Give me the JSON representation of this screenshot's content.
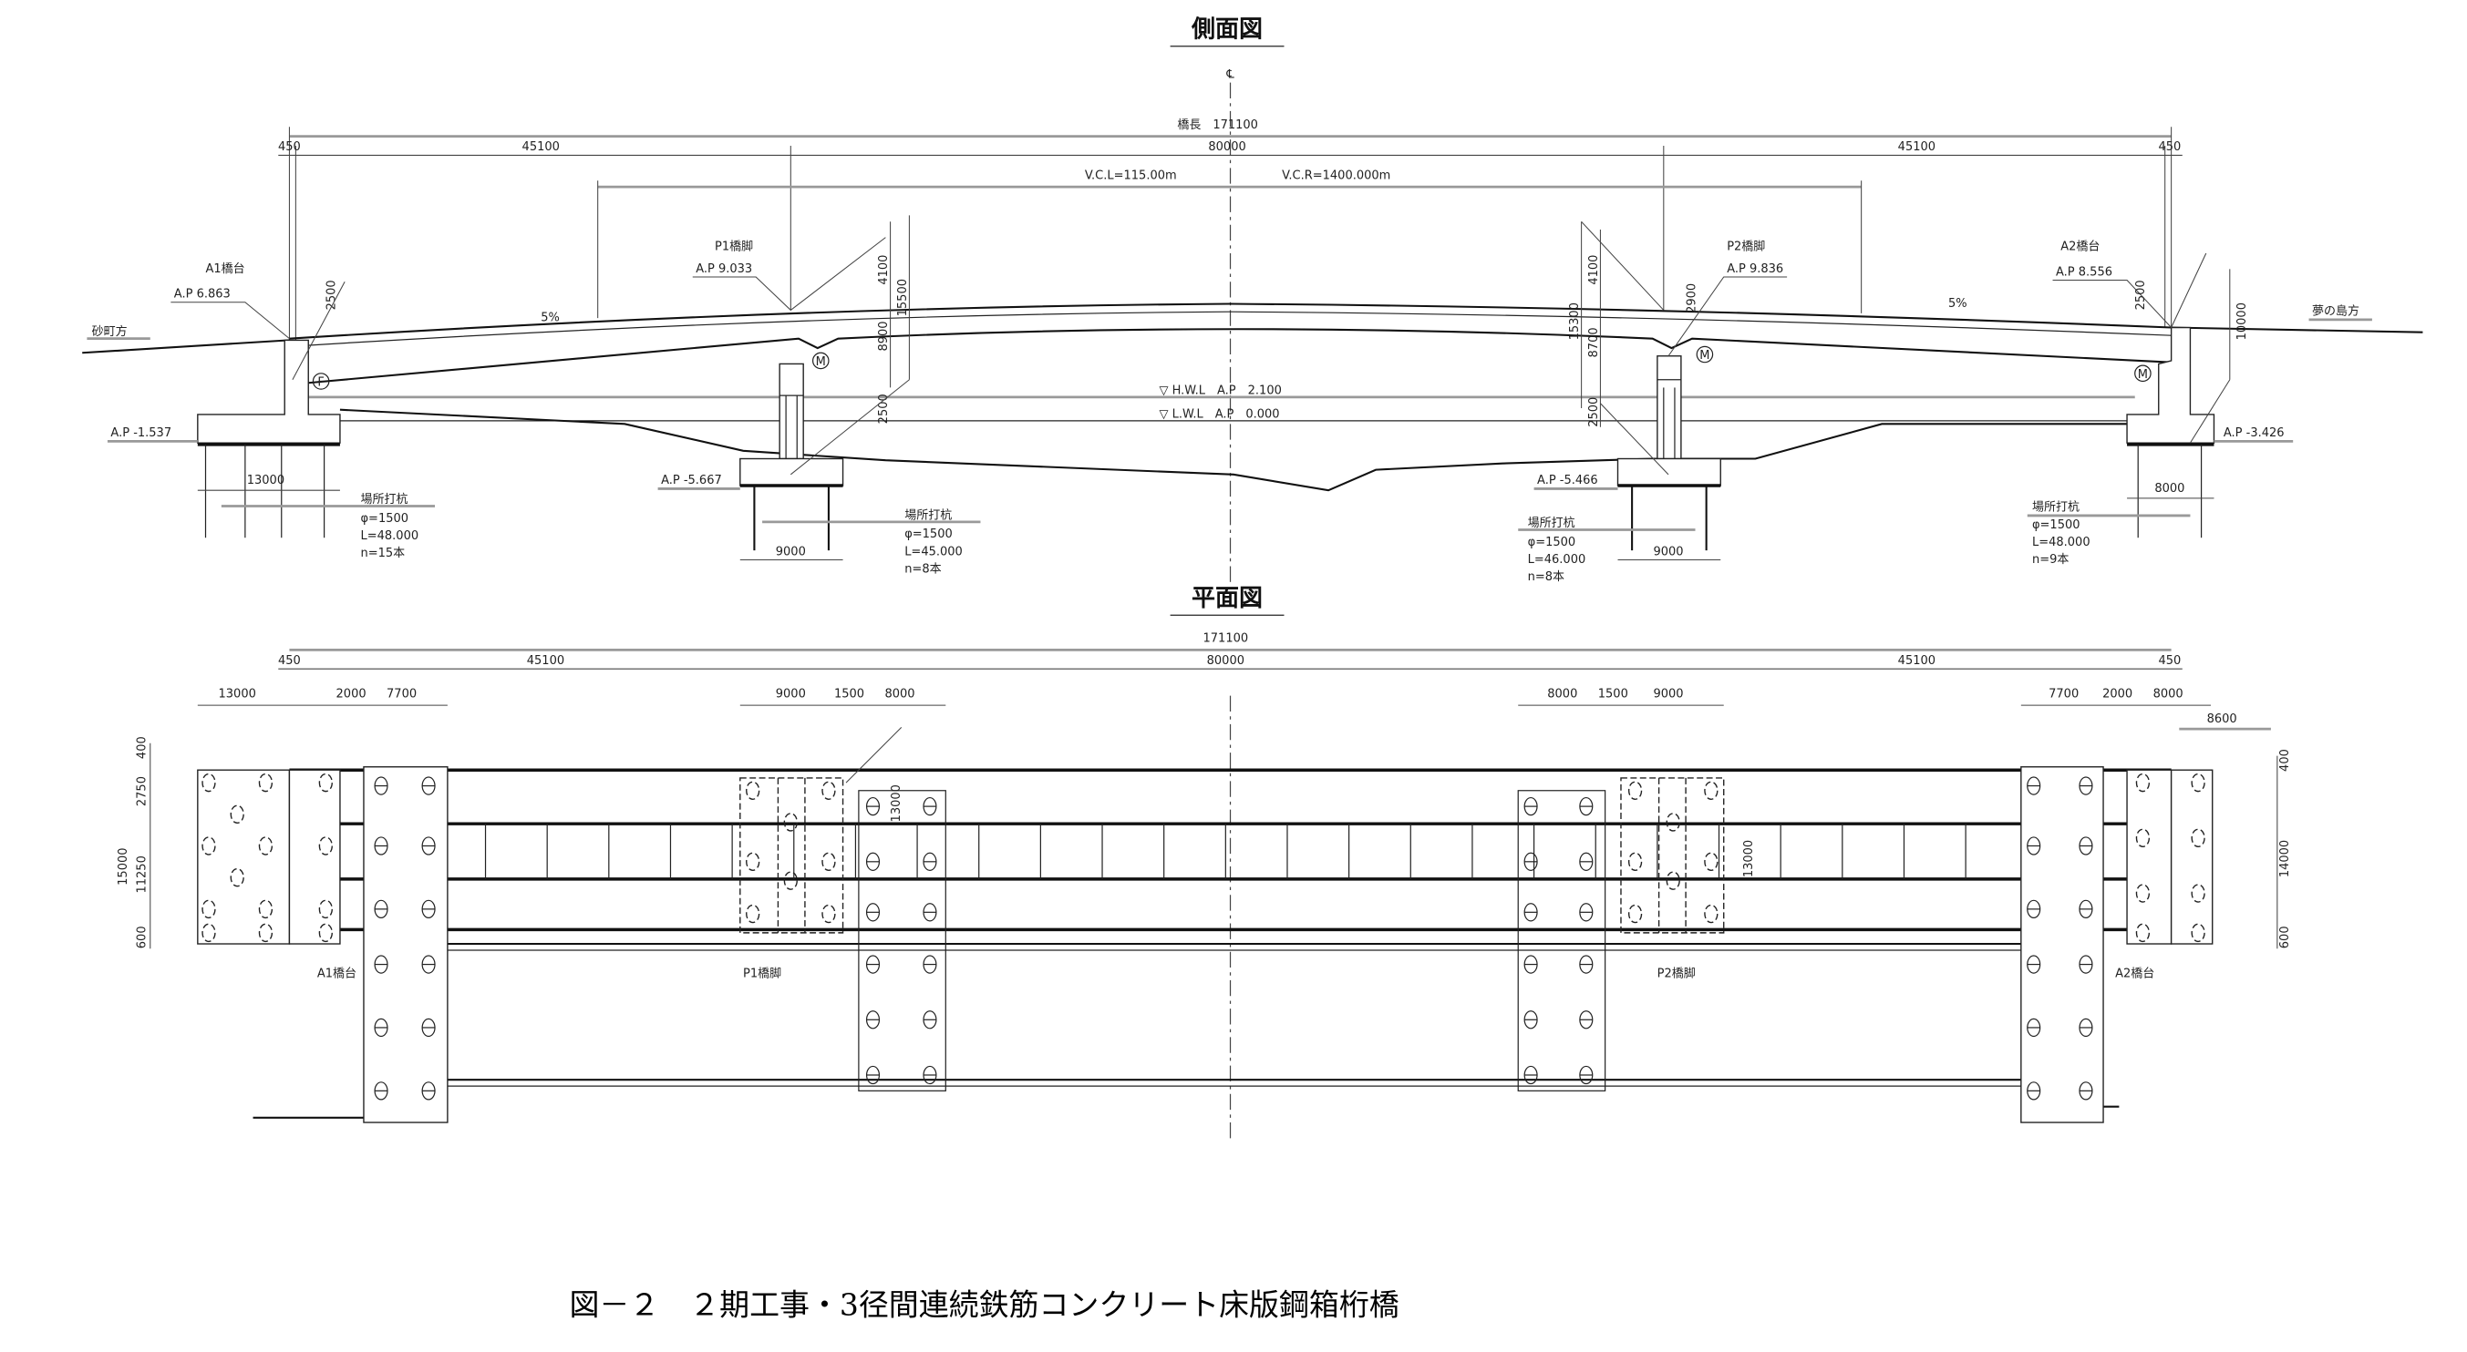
{
  "side_view": {
    "title": "側面図",
    "cl_symbol": "℄",
    "total_length": "橋長　171100",
    "spans": [
      "450",
      "45100",
      "80000",
      "45100",
      "450"
    ],
    "vc_length": "V.C.L=115.00m",
    "vc_radius": "V.C.R=1400.000m",
    "direction_left": "砂町方",
    "direction_right": "夢の島方",
    "grade_left": "5%",
    "grade_right": "5%",
    "hwl": "▽ H.W.L　A.P　2.100",
    "lwl": "▽ L.W.L　A.P　0.000",
    "bearing_fixed": "F",
    "bearing_movable": "M",
    "a1": {
      "name": "A1橋台",
      "ap_top": "A.P 6.863",
      "ap_bottom": "A.P -1.537",
      "height_dim": "2500",
      "footing_width": "13000",
      "pile": [
        "場所打杭",
        "φ=1500",
        "L=48.000",
        "n=15本"
      ]
    },
    "p1": {
      "name": "P1橋脚",
      "ap_top": "A.P 9.033",
      "ap_bottom": "A.P -5.667",
      "dims": [
        "4100",
        "15500",
        "8900",
        "2500"
      ],
      "footing_width": "9000",
      "pile": [
        "場所打杭",
        "φ=1500",
        "L=45.000",
        "n=8本"
      ]
    },
    "p2": {
      "name": "P2橋脚",
      "ap_top": "A.P 9.836",
      "ap_bottom": "A.P -5.466",
      "dims": [
        "4100",
        "15300",
        "8700",
        "2500",
        "2900"
      ],
      "footing_width": "9000",
      "pile": [
        "場所打杭",
        "φ=1500",
        "L=46.000",
        "n=8本"
      ]
    },
    "a2": {
      "name": "A2橋台",
      "ap_top": "A.P 8.556",
      "ap_bottom": "A.P -3.426",
      "height_dim": "2500",
      "right_dim": "10000",
      "footing_width": "8000",
      "pile": [
        "場所打杭",
        "φ=1500",
        "L=48.000",
        "n=9本"
      ]
    }
  },
  "plan_view": {
    "title": "平面図",
    "total_length": "171100",
    "spans": [
      "450",
      "45100",
      "80000",
      "45100",
      "450"
    ],
    "a1_dims": [
      "13000",
      "2000",
      "7700"
    ],
    "p1_dims": [
      "9000",
      "1500",
      "8000"
    ],
    "p2_dims": [
      "8000",
      "1500",
      "9000"
    ],
    "a2_dims": [
      "7700",
      "2000",
      "8000"
    ],
    "a2_extra": "8600",
    "left_vertical": [
      "400",
      "2750",
      "15000",
      "11250",
      "600"
    ],
    "right_vertical": [
      "400",
      "14000",
      "600"
    ],
    "pier_width": "13000",
    "labels": {
      "a1": "A1橋台",
      "p1": "P1橋脚",
      "p2": "P2橋脚",
      "a2": "A2橋台"
    }
  },
  "caption": "図－２　２期工事・3径間連続鉄筋コンクリート床版鋼箱桁橋"
}
